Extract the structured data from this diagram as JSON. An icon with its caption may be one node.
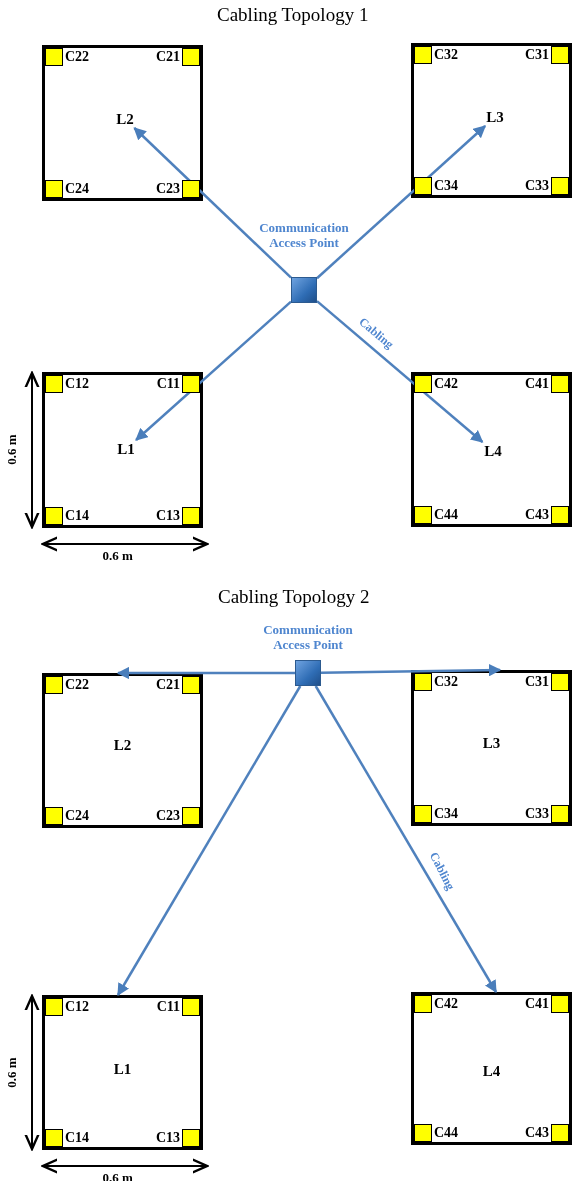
{
  "diagram": {
    "nodes": [
      {
        "text": [],
        "shape": "box"
      },
      {
        "text": [
          "L2"
        ],
        "in": 0
      },
      {
        "text": [],
        "shape": "box"
      },
      {
        "text": [
          "L3"
        ],
        "in": 2
      },
      {
        "text": [],
        "shape": "box",
        "beside": [
          "Communication Access Point"
        ]
      },
      {
        "text": [],
        "shape": "box"
      },
      {
        "text": [
          "L1"
        ],
        "in": 5
      },
      {
        "text": [],
        "shape": "box"
      },
      {
        "text": [
          "L4"
        ],
        "in": 7
      },
      {
        "text": [],
        "shape": "box",
        "beside": [
          "Communication Access Point"
        ]
      },
      {
        "text": [
          "L2"
        ]
      },
      {
        "text": [
          "L3"
        ]
      },
      {
        "text": [
          "L1"
        ]
      },
      {
        "text": [
          "L4"
        ]
      }
    ],
    "edges": [
      {
        "from": 4,
        "to": 1,
        "arrow": "to"
      },
      {
        "from": 4,
        "to": 3,
        "arrow": "to"
      },
      {
        "from": 4,
        "to": 6,
        "arrow": "to"
      },
      {
        "from": 4,
        "to": 8,
        "arrow": "to",
        "label": "Cabling"
      },
      {
        "from": 9,
        "to": 10,
        "arrow": "to"
      },
      {
        "from": 9,
        "to": 11,
        "arrow": "to"
      },
      {
        "from": 9,
        "to": 12,
        "arrow": "to"
      },
      {
        "from": 9,
        "to": 13,
        "arrow": "to",
        "label": "Cabling"
      }
    ],
    "labels": [
      "Cabling Topology 1",
      "C22",
      "C21",
      "C32",
      "C31",
      "C24",
      "C23",
      "C34",
      "C33",
      "C12",
      "C11",
      "C42",
      "C41",
      "0.6 m",
      "C14",
      "C13",
      "C44",
      "C43",
      "0.6 m",
      "Cabling Topology 2",
      "C22",
      "C21",
      "C32",
      "C31",
      "C24",
      "C23",
      "C34",
      "C33",
      "C12",
      "C11",
      "C42",
      "C41",
      "0.6 m",
      "C14",
      "C13",
      "C44",
      "C43",
      "0.6 m"
    ]
  }
}
